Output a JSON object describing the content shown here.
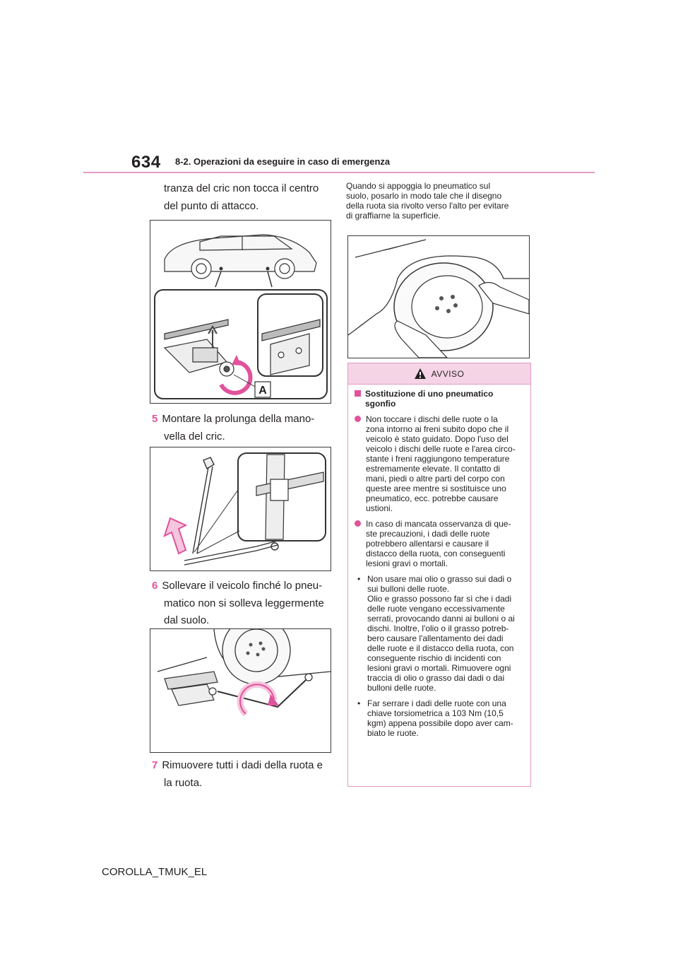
{
  "header": {
    "page_number": "634",
    "section_title": "8-2. Operazioni da eseguire in caso di emergenza"
  },
  "left": {
    "intro": [
      "tranza del cric non tocca il centro",
      "del punto di attacco."
    ],
    "figure_a_label": "A",
    "steps": [
      {
        "num": "5",
        "line1": "Montare la prolunga della mano-",
        "rest": [
          "vella del cric."
        ]
      },
      {
        "num": "6",
        "line1": "Sollevare il veicolo finché lo pneu-",
        "rest": [
          "matico non si solleva leggermente",
          "dal suolo."
        ]
      },
      {
        "num": "7",
        "line1": "Rimuovere tutti i dadi della ruota e",
        "rest": [
          "la ruota."
        ]
      }
    ]
  },
  "right": {
    "intro": [
      "Quando si appoggia lo pneumatico sul",
      "suolo, posarlo in modo tale che il disegno",
      "della ruota sia rivolto verso l'alto per evitare",
      "di graffiarne la superficie."
    ]
  },
  "warning": {
    "title": "AVVISO",
    "heading": [
      "Sostituzione di uno pneumatico",
      "sgonfio"
    ],
    "bullets": [
      [
        "Non toccare i dischi delle ruote o la",
        "zona intorno ai freni subito dopo che il",
        "veicolo è stato guidato. Dopo l'uso del",
        "veicolo i dischi delle ruote e l'area circo-",
        "stante i freni raggiungono temperature",
        "estremamente elevate. Il contatto di",
        "mani, piedi o altre parti del corpo con",
        "queste aree mentre si sostituisce uno",
        "pneumatico, ecc. potrebbe causare",
        "ustioni."
      ],
      [
        "In caso di mancata osservanza di que-",
        "ste precauzioni, i dadi delle ruote",
        "potrebbero allentarsi e causare il",
        "distacco della ruota, con conseguenti",
        "lesioni gravi o mortali."
      ]
    ],
    "subbullets": [
      [
        "Non usare mai olio o grasso sui dadi o",
        "sui bulloni delle ruote.",
        "Olio e grasso possono far sì che i dadi",
        "delle ruote vengano eccessivamente",
        "serrati, provocando danni ai bulloni o ai",
        "dischi. Inoltre, l'olio o il grasso potreb-",
        "bero causare l'allentamento dei dadi",
        "delle ruote e il distacco della ruota, con",
        "conseguente rischio di incidenti con",
        "lesioni gravi o mortali. Rimuovere ogni",
        "traccia di olio o grasso dai dadi o dai",
        "bulloni delle ruote."
      ],
      [
        "Far serrare i dadi delle ruote con una",
        "chiave torsiometrica a 103 Nm (10,5",
        "kgm) appena possibile dopo aver cam-",
        "biato le ruote."
      ]
    ],
    "bullet_marker": "•"
  },
  "footer": {
    "code": "COROLLA_TMUK_EL"
  }
}
